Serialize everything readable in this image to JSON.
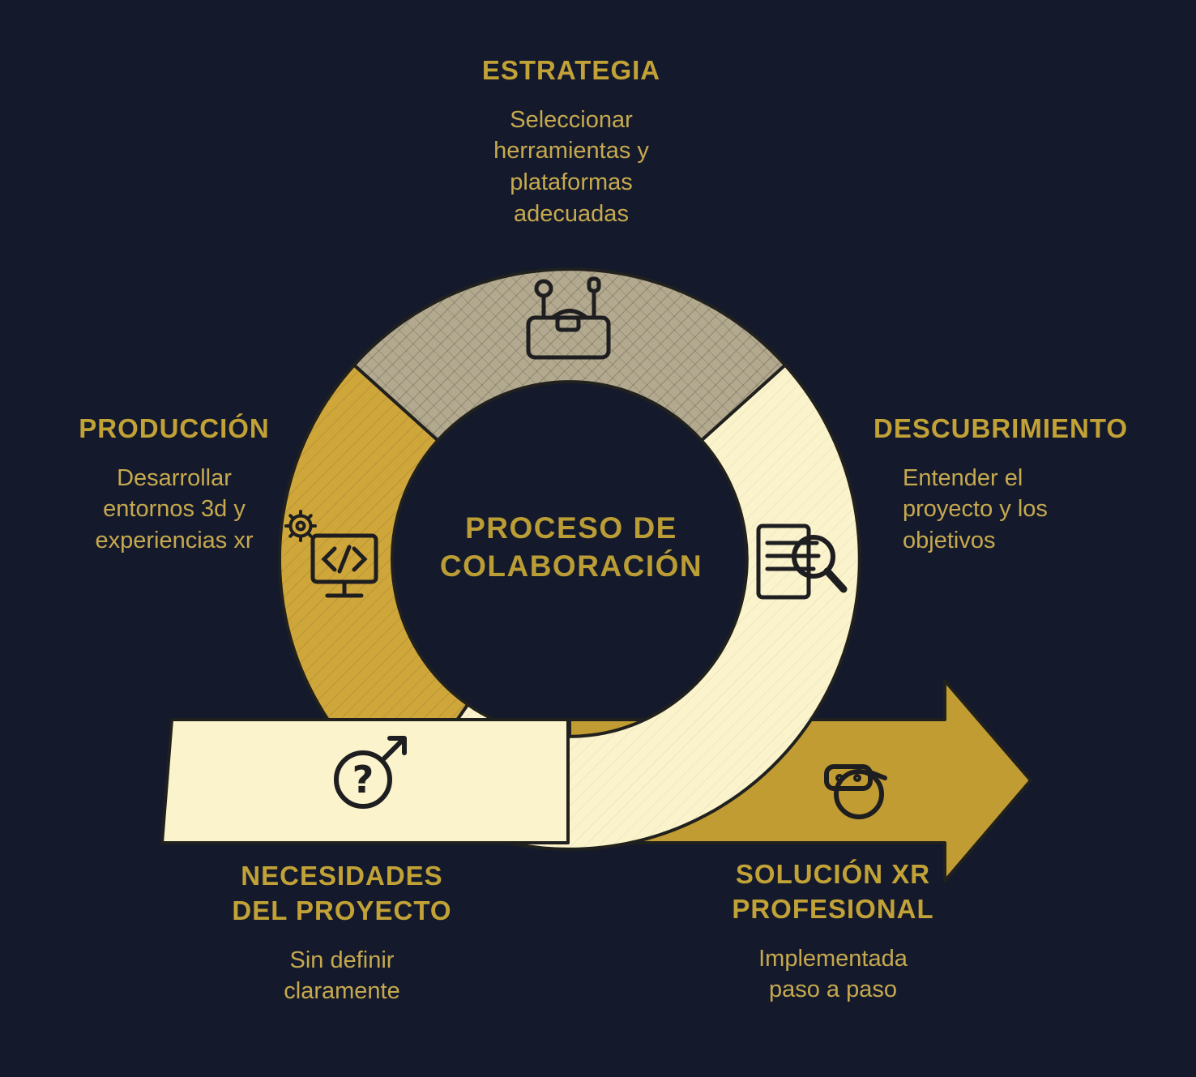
{
  "title": "PROCESO DE\nCOLABORACIÓN",
  "stages": {
    "estrategia": {
      "title": "ESTRATEGIA",
      "description": "Seleccionar\nherramientas y\nplataformas\nadecuadas"
    },
    "descubrimiento": {
      "title": "DESCUBRIMIENTO",
      "description": "Entender el\nproyecto y los\nobjetivos"
    },
    "produccion": {
      "title": "PRODUCCIÓN",
      "description": "Desarrollar\nentornos 3d y\nexperiencias xr"
    },
    "necesidades": {
      "title": "NECESIDADES\nDEL PROYECTO",
      "description": "Sin definir\nclaramente"
    },
    "solucion": {
      "title": "SOLUCIÓN XR\nPROFESIONAL",
      "description": "Implementada\npaso a paso"
    }
  },
  "icons": {
    "estrategia": "toolbox-icon",
    "produccion": "code-monitor-gear-icon",
    "descubrimiento": "document-magnifier-icon",
    "necesidades": "question-arrow-icon",
    "solucion": "vr-headset-icon",
    "question_mark": "?"
  },
  "colors": {
    "background": "#141a2b",
    "heading_gold": "#c2a237",
    "body_gold": "#c6a94f",
    "segment_gray": "#b3a98f",
    "segment_gold": "#cfa63a",
    "segment_cream": "#faf3cb",
    "arrow_gold": "#c09c33",
    "outline": "#20201e"
  }
}
